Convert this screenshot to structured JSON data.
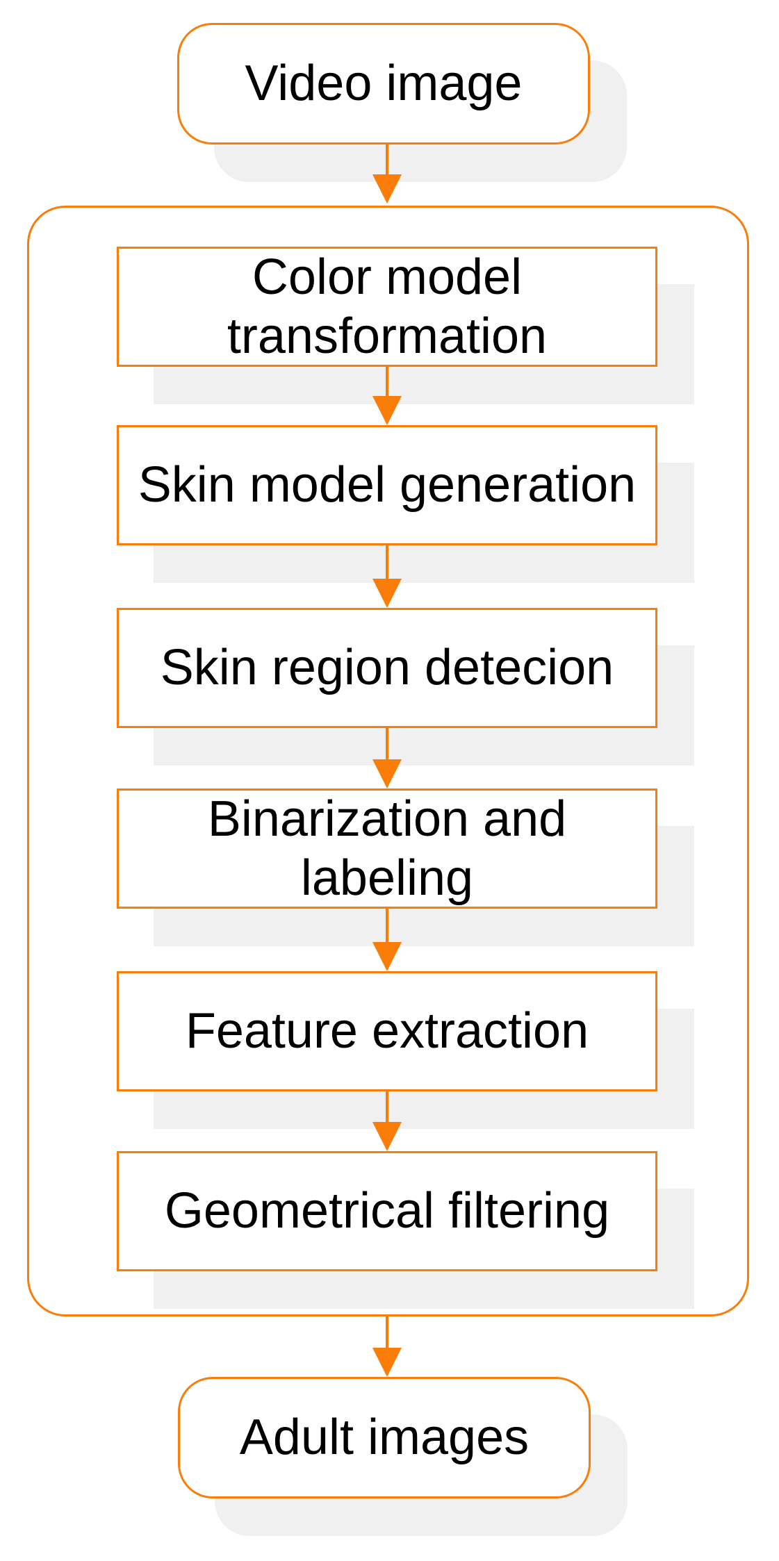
{
  "colors": {
    "accent": "#fa7d0a",
    "shadow": "#f0f0f0",
    "text": "#000000"
  },
  "flowchart": {
    "start": {
      "label": "Video image"
    },
    "process_group": {
      "steps": [
        {
          "label": "Color model\ntransformation"
        },
        {
          "label": "Skin model generation"
        },
        {
          "label": "Skin region detecion"
        },
        {
          "label": "Binarization and\nlabeling"
        },
        {
          "label": "Feature extraction"
        },
        {
          "label": "Geometrical filtering"
        }
      ]
    },
    "end": {
      "label": "Adult images"
    }
  }
}
